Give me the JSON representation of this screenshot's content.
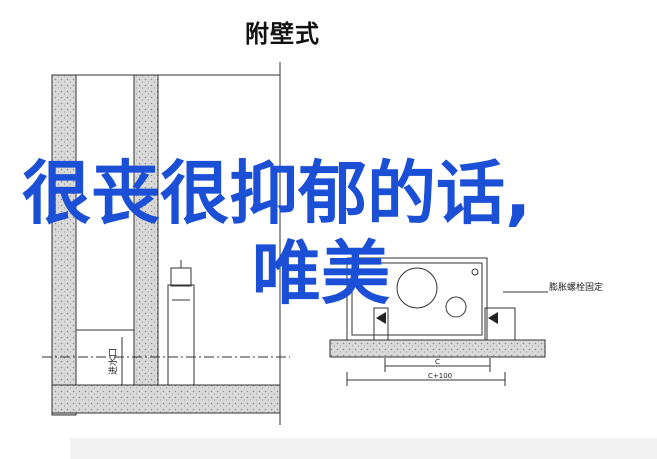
{
  "diagram": {
    "title": "附壁式",
    "bolt_label": "膨胀螺栓固定",
    "inlet_label": "进水口",
    "dimension_c": "C",
    "dimension_c100": "C+100"
  },
  "overlay": {
    "line1": "很丧很抑郁的话,",
    "line2": "唯美"
  },
  "colors": {
    "overlay_text": "#1a4fd6",
    "line": "#333333",
    "hatch": "#b8b8b8"
  }
}
